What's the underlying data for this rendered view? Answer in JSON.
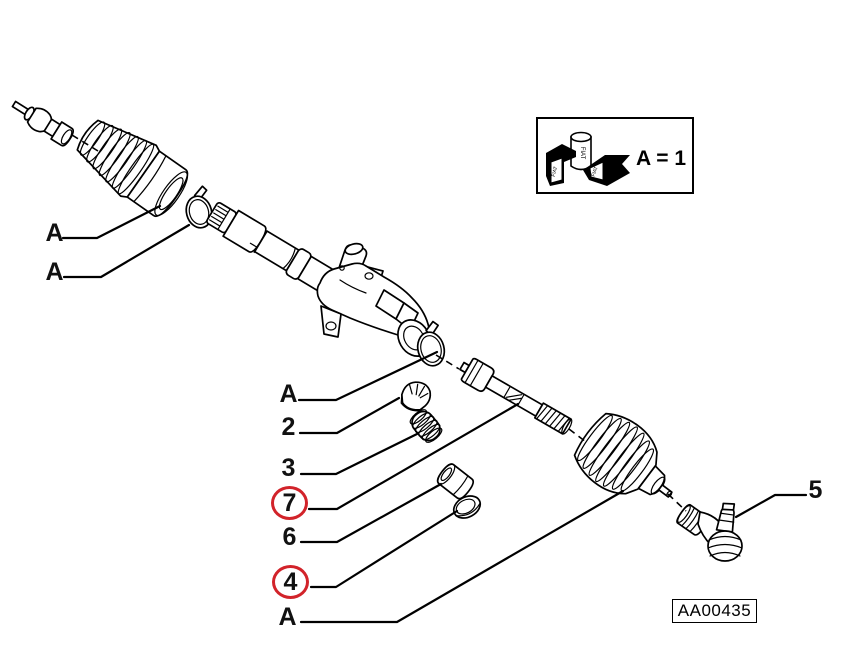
{
  "figure": {
    "code": "AA00435",
    "legend": {
      "formula": "A = 1",
      "brand": "FIAT"
    },
    "callouts": {
      "a1": "A",
      "a2": "A",
      "a3": "A",
      "a4": "A",
      "item2": "2",
      "item3": "3",
      "item4": "4",
      "item5": "5",
      "item6": "6",
      "item7": "7"
    },
    "highlighted": [
      "7",
      "4"
    ],
    "colors": {
      "highlight": "#d2232a",
      "line": "#000000",
      "background": "#ffffff"
    }
  }
}
